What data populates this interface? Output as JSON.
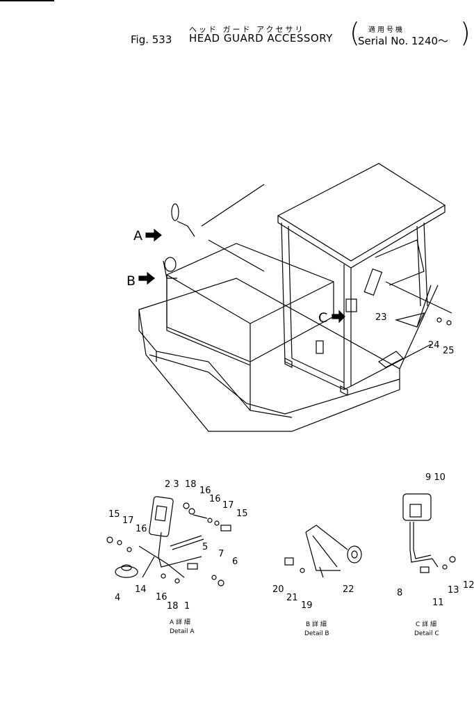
{
  "header": {
    "fig_label": "Fig. 533",
    "title_en": "HEAD GUARD ACCESSORY",
    "title_jp": "ヘッド ガード アクセサリ",
    "serial_jp": "適用号機",
    "serial": "Serial No. 1240～"
  },
  "main_view": {
    "callouts": [
      "A",
      "B",
      "C"
    ],
    "parts": [
      "23",
      "24",
      "25"
    ]
  },
  "detail_a": {
    "caption_jp": "A 詳 細",
    "caption": "Detail A",
    "parts": [
      "2 3",
      "18",
      "16",
      "16",
      "17",
      "15",
      "15",
      "17",
      "16",
      "5",
      "7",
      "6",
      "4",
      "14",
      "16",
      "18",
      "1"
    ]
  },
  "detail_b": {
    "caption_jp": "B 詳 細",
    "caption": "Detail B",
    "parts": [
      "20",
      "21",
      "19",
      "22"
    ]
  },
  "detail_c": {
    "caption_jp": "C 詳 細",
    "caption": "Detail C",
    "parts": [
      "9 10",
      "8",
      "11",
      "13",
      "12"
    ]
  }
}
